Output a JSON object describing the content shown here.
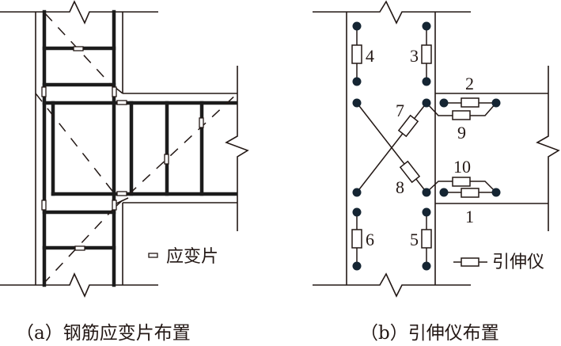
{
  "panel_a": {
    "caption": "（a）钢筋应变片布置",
    "legend_label": "应变片",
    "legend_icon": "strain-gauge-icon"
  },
  "panel_b": {
    "caption": "（b）引伸仪布置",
    "legend_label": "引伸仪",
    "legend_icon": "extensometer-icon",
    "extensometers": [
      {
        "id": "1",
        "label": "1"
      },
      {
        "id": "2",
        "label": "2"
      },
      {
        "id": "3",
        "label": "3"
      },
      {
        "id": "4",
        "label": "4"
      },
      {
        "id": "5",
        "label": "5"
      },
      {
        "id": "6",
        "label": "6"
      },
      {
        "id": "7",
        "label": "7"
      },
      {
        "id": "8",
        "label": "8"
      },
      {
        "id": "9",
        "label": "9"
      },
      {
        "id": "10",
        "label": "10"
      }
    ]
  },
  "colors": {
    "line": "#231815",
    "rebar": "#1c1c1c",
    "node": "#152533",
    "background": "#ffffff"
  }
}
